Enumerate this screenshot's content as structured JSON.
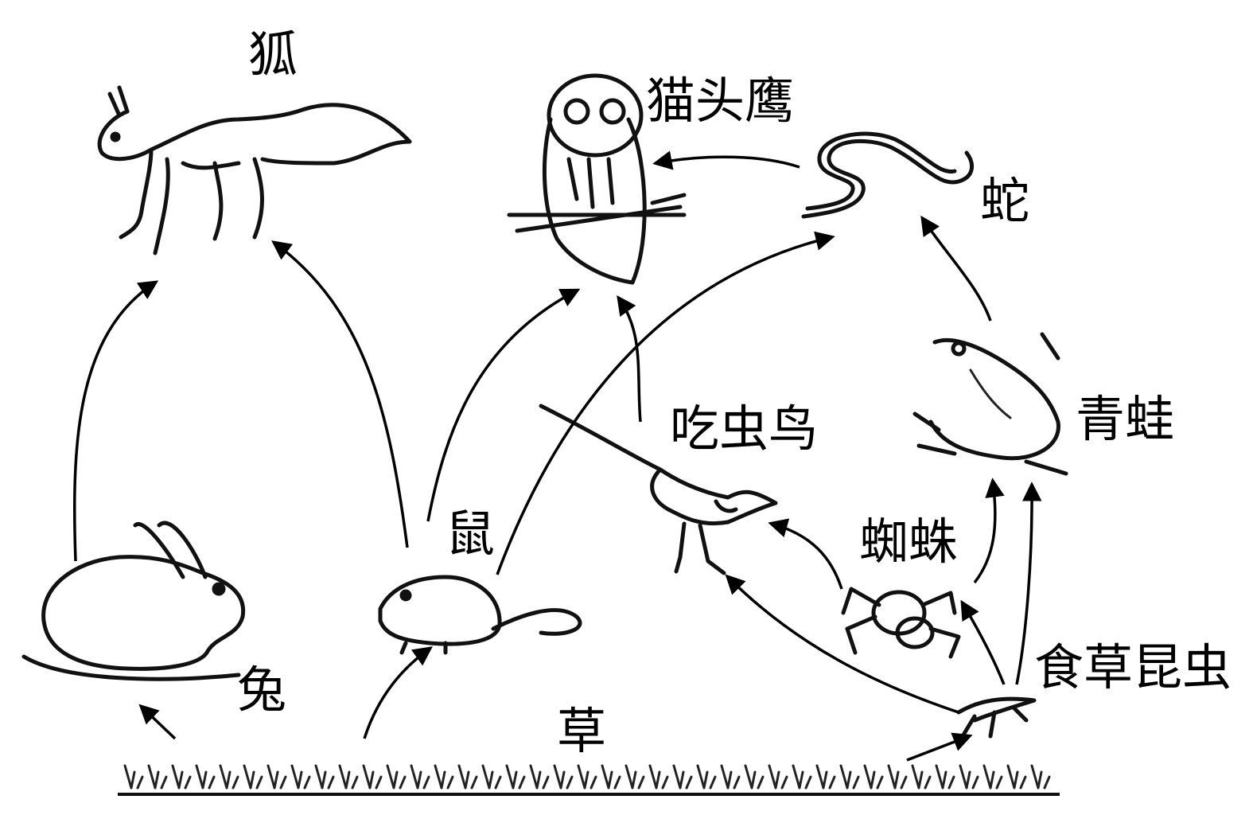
{
  "organisms": {
    "fox": "狐",
    "owl": "猫头鹰",
    "snake": "蛇",
    "frog": "青蛙",
    "insectivorous_bird": "吃虫鸟",
    "spider": "蜘蛛",
    "mouse": "鼠",
    "rabbit": "兔",
    "herbivorous_insect": "食草昆虫",
    "grass": "草"
  },
  "food_chain_links": [
    {
      "from": "草",
      "to": "兔"
    },
    {
      "from": "草",
      "to": "鼠"
    },
    {
      "from": "草",
      "to": "食草昆虫"
    },
    {
      "from": "兔",
      "to": "狐"
    },
    {
      "from": "鼠",
      "to": "狐"
    },
    {
      "from": "鼠",
      "to": "猫头鹰"
    },
    {
      "from": "鼠",
      "to": "蛇"
    },
    {
      "from": "吃虫鸟",
      "to": "猫头鹰"
    },
    {
      "from": "蛇",
      "to": "猫头鹰"
    },
    {
      "from": "青蛙",
      "to": "蛇"
    },
    {
      "from": "蜘蛛",
      "to": "吃虫鸟"
    },
    {
      "from": "蜘蛛",
      "to": "青蛙"
    },
    {
      "from": "食草昆虫",
      "to": "吃虫鸟"
    },
    {
      "from": "食草昆虫",
      "to": "蜘蛛"
    },
    {
      "from": "食草昆虫",
      "to": "青蛙"
    }
  ]
}
